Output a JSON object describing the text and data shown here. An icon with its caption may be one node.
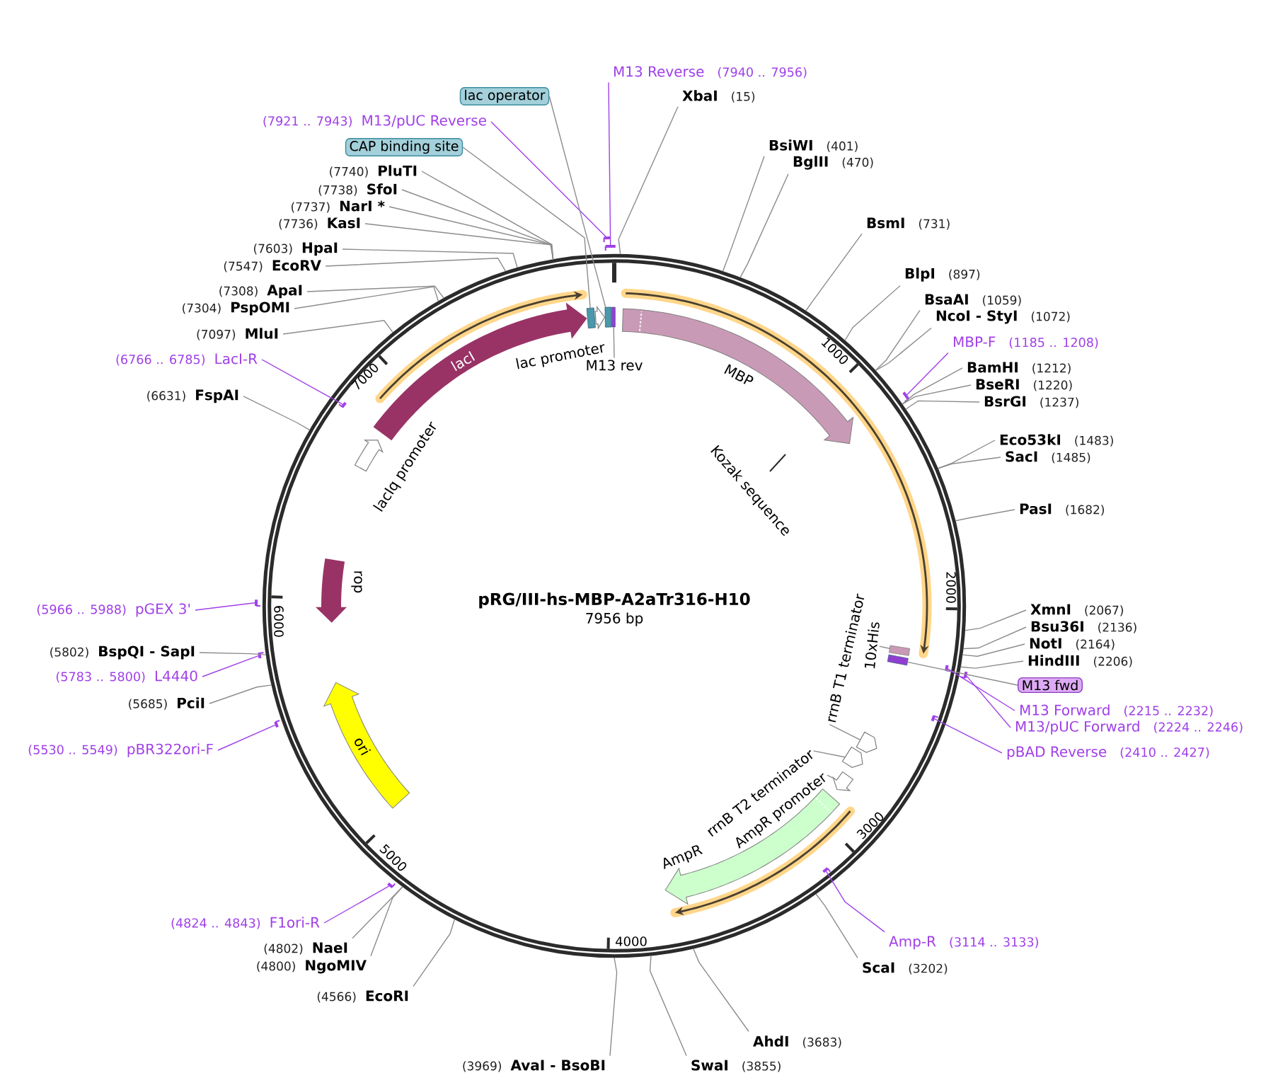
{
  "diagram": {
    "nodes": [
      {
        "text": [
          "pRG/III-hs-MBP-A2aTr316-H10",
          "7956 bp"
        ]
      },
      {
        "text": [
          "MBP"
        ],
        "in": 0
      },
      {
        "text": [
          "Kozak sequence"
        ],
        "in": 0
      },
      {
        "text": [
          "rrnB T1 terminator"
        ],
        "in": 0
      },
      {
        "text": [
          "10xHis"
        ],
        "in": 0
      },
      {
        "text": [
          "rrnB T2 terminator"
        ],
        "in": 0
      },
      {
        "text": [
          "AmpR promoter"
        ],
        "in": 0
      },
      {
        "text": [
          "AmpR"
        ],
        "in": 0
      },
      {
        "text": [
          "ori"
        ],
        "in": 0
      },
      {
        "text": [
          "rop"
        ],
        "in": 0
      },
      {
        "text": [
          "lacIq promoter"
        ],
        "in": 0
      },
      {
        "text": [
          "lacI"
        ],
        "in": 0
      },
      {
        "text": [
          "M13 rev"
        ],
        "in": 0
      },
      {
        "text": [],
        "shape": "box",
        "in": 0
      },
      {
        "text": [],
        "shape": "arrow",
        "in": 0
      },
      {
        "text": [],
        "shape": "box",
        "in": 0
      },
      {
        "text": [],
        "shape": "box",
        "in": 0
      },
      {
        "text": [],
        "shape": "box",
        "in": 0
      },
      {
        "text": [],
        "shape": "box",
        "in": 0
      },
      {
        "text": [],
        "shape": "pentagon",
        "in": 0
      },
      {
        "text": [],
        "shape": "pentagon",
        "in": 0
      },
      {
        "text": [],
        "shape": "arrow",
        "in": 0
      },
      {
        "text": [
          "M13 Reverse",
          "(7940 .. 7956)"
        ]
      },
      {
        "text": [
          "XbaI",
          "(15)"
        ]
      },
      {
        "text": [
          "BsiWI",
          "(401)"
        ]
      },
      {
        "text": [
          "BglII",
          "(470)"
        ]
      },
      {
        "text": [
          "BsmI",
          "(731)"
        ]
      },
      {
        "text": [
          "BlpI",
          "(897)"
        ]
      },
      {
        "text": [
          "BsaAI",
          "(1059)"
        ]
      },
      {
        "text": [
          "NcoI - StyI",
          "(1072)"
        ]
      },
      {
        "text": [
          "MBP-F",
          "(1185 .. 1208)"
        ]
      },
      {
        "text": [
          "BamHI",
          "(1212)"
        ]
      },
      {
        "text": [
          "BseRI",
          "(1220)"
        ]
      },
      {
        "text": [
          "BsrGI",
          "(1237)"
        ]
      },
      {
        "text": [
          "Eco53kI",
          "(1483)"
        ]
      },
      {
        "text": [
          "SacI",
          "(1485)"
        ]
      },
      {
        "text": [
          "PasI",
          "(1682)"
        ]
      },
      {
        "text": [
          "XmnI",
          "(2067)"
        ]
      },
      {
        "text": [
          "Bsu36I",
          "(2136)"
        ]
      },
      {
        "text": [
          "NotI",
          "(2164)"
        ]
      },
      {
        "text": [
          "HindIII",
          "(2206)"
        ]
      },
      {
        "text": [
          "M13 fwd"
        ]
      },
      {
        "text": [
          "M13 Forward",
          "(2215 .. 2232)"
        ]
      },
      {
        "text": [
          "M13/pUC Forward",
          "(2224 .. 2246)"
        ]
      },
      {
        "text": [
          "pBAD Reverse",
          "(2410 .. 2427)"
        ]
      },
      {
        "text": [
          "Amp-R",
          "(3114 .. 3133)"
        ]
      },
      {
        "text": [
          "ScaI",
          "(3202)"
        ]
      },
      {
        "text": [
          "AhdI",
          "(3683)"
        ]
      },
      {
        "text": [
          "SwaI",
          "(3855)"
        ]
      },
      {
        "text": [
          "(3969)",
          "AvaI - BsoBI"
        ]
      },
      {
        "text": [
          "(4566)",
          "EcoRI"
        ]
      },
      {
        "text": [
          "(4800)",
          "NgoMIV"
        ]
      },
      {
        "text": [
          "(4802)",
          "NaeI"
        ]
      },
      {
        "text": [
          "(4824 .. 4843)",
          "F1ori-R"
        ]
      },
      {
        "text": [
          "(5530 .. 5549)",
          "pBR322ori-F"
        ]
      },
      {
        "text": [
          "(5685)",
          "PciI"
        ]
      },
      {
        "text": [
          "(5783 .. 5800)",
          "L4440"
        ]
      },
      {
        "text": [
          "(5802)",
          "BspQI - SapI"
        ]
      },
      {
        "text": [
          "(5966 .. 5988)",
          "pGEX 3'"
        ]
      },
      {
        "text": [
          "(6631)",
          "FspAI"
        ]
      },
      {
        "text": [
          "(6766 .. 6785)",
          "LacI-R"
        ]
      },
      {
        "text": [
          "(7097)",
          "MluI"
        ]
      },
      {
        "text": [
          "(7304)",
          "PspOMI"
        ]
      },
      {
        "text": [
          "(7308)",
          "ApaI"
        ]
      },
      {
        "text": [
          "(7547)",
          "EcoRV"
        ]
      },
      {
        "text": [
          "(7603)",
          "HpaI"
        ]
      },
      {
        "text": [
          "(7736)",
          "KasI"
        ]
      },
      {
        "text": [
          "(7737)",
          "NarI *"
        ]
      },
      {
        "text": [
          "(7738)",
          "SfoI"
        ]
      },
      {
        "text": [
          "(7740)",
          "PluTI"
        ]
      },
      {
        "text": [
          "CAP binding site"
        ]
      },
      {
        "text": [
          "(7921 .. 7943)",
          "M13/pUC Reverse"
        ]
      },
      {
        "text": [
          "lac operator"
        ]
      },
      {
        "text": [],
        "shape": "bar"
      },
      {
        "text": [],
        "shape": "bar"
      },
      {
        "text": [],
        "shape": "bar",
        "in": 0
      },
      {
        "text": [],
        "shape": "bar"
      },
      {
        "text": [],
        "shape": "bar",
        "in": 0
      },
      {
        "text": [],
        "shape": "bar",
        "in": 0
      },
      {
        "text": [],
        "shape": "bar"
      },
      {
        "text": [],
        "shape": "bar"
      },
      {
        "text": [],
        "shape": "bar"
      },
      {
        "text": [],
        "shape": "bar"
      },
      {
        "text": [],
        "shape": "bar",
        "in": 0
      },
      {
        "text": [],
        "shape": "bar"
      }
    ],
    "edges": [
      {
        "from": 3,
        "to": 19,
        "arrow": "none"
      },
      {
        "from": 4,
        "to": 17,
        "arrow": "none"
      },
      {
        "from": 5,
        "to": 20,
        "arrow": "none"
      },
      {
        "from": 6,
        "to": 21,
        "arrow": "none"
      },
      {
        "from": 12,
        "to": 16,
        "arrow": "none"
      },
      {
        "from": 22,
        "to": 73,
        "arrow": "none",
        "color": "#a040e8"
      },
      {
        "from": 23,
        "to": 0,
        "arrow": "none"
      },
      {
        "from": 24,
        "to": 0,
        "arrow": "none"
      },
      {
        "from": 25,
        "to": 0,
        "arrow": "none"
      },
      {
        "from": 26,
        "to": 0,
        "arrow": "none"
      },
      {
        "from": 27,
        "to": 0,
        "arrow": "none"
      },
      {
        "from": 28,
        "to": 0,
        "arrow": "none"
      },
      {
        "from": 29,
        "to": 0,
        "arrow": "none"
      },
      {
        "from": 30,
        "to": 74,
        "arrow": "none",
        "color": "#a040e8"
      },
      {
        "from": 31,
        "to": 0,
        "arrow": "none"
      },
      {
        "from": 32,
        "to": 0,
        "arrow": "none"
      },
      {
        "from": 33,
        "to": 0,
        "arrow": "none"
      },
      {
        "from": 34,
        "to": 0,
        "arrow": "none"
      },
      {
        "from": 35,
        "to": 0,
        "arrow": "none"
      },
      {
        "from": 36,
        "to": 0,
        "arrow": "none"
      },
      {
        "from": 37,
        "to": 0,
        "arrow": "none"
      },
      {
        "from": 38,
        "to": 0,
        "arrow": "none"
      },
      {
        "from": 39,
        "to": 0,
        "arrow": "none"
      },
      {
        "from": 40,
        "to": 0,
        "arrow": "none"
      },
      {
        "from": 41,
        "to": 18,
        "arrow": "none"
      },
      {
        "from": 42,
        "to": 75,
        "arrow": "none",
        "color": "#a040e8"
      },
      {
        "from": 43,
        "to": 76,
        "arrow": "none",
        "color": "#a040e8"
      },
      {
        "from": 44,
        "to": 77,
        "arrow": "none",
        "color": "#a040e8"
      },
      {
        "from": 45,
        "to": 78,
        "arrow": "none",
        "color": "#a040e8"
      },
      {
        "from": 46,
        "to": 0,
        "arrow": "none"
      },
      {
        "from": 47,
        "to": 0,
        "arrow": "none"
      },
      {
        "from": 48,
        "to": 0,
        "arrow": "none"
      },
      {
        "from": 49,
        "to": 0,
        "arrow": "none"
      },
      {
        "from": 50,
        "to": 0,
        "arrow": "none"
      },
      {
        "from": 51,
        "to": 0,
        "arrow": "none"
      },
      {
        "from": 52,
        "to": 0,
        "arrow": "none"
      },
      {
        "from": 53,
        "to": 79,
        "arrow": "none",
        "color": "#a040e8"
      },
      {
        "from": 54,
        "to": 80,
        "arrow": "none",
        "color": "#a040e8"
      },
      {
        "from": 55,
        "to": 0,
        "arrow": "none"
      },
      {
        "from": 56,
        "to": 81,
        "arrow": "none",
        "color": "#a040e8"
      },
      {
        "from": 57,
        "to": 0,
        "arrow": "none"
      },
      {
        "from": 58,
        "to": 82,
        "arrow": "none",
        "color": "#a040e8"
      },
      {
        "from": 59,
        "to": 0,
        "arrow": "none"
      },
      {
        "from": 60,
        "to": 83,
        "arrow": "none",
        "color": "#a040e8"
      },
      {
        "from": 61,
        "to": 0,
        "arrow": "none"
      },
      {
        "from": 62,
        "to": 0,
        "arrow": "none"
      },
      {
        "from": 63,
        "to": 0,
        "arrow": "none"
      },
      {
        "from": 64,
        "to": 0,
        "arrow": "none"
      },
      {
        "from": 65,
        "to": 0,
        "arrow": "none"
      },
      {
        "from": 66,
        "to": 0,
        "arrow": "none"
      },
      {
        "from": 67,
        "to": 0,
        "arrow": "none"
      },
      {
        "from": 68,
        "to": 0,
        "arrow": "none"
      },
      {
        "from": 69,
        "to": 0,
        "arrow": "none"
      },
      {
        "from": 70,
        "to": 13,
        "arrow": "none"
      },
      {
        "from": 71,
        "to": 84,
        "arrow": "none",
        "color": "#a040e8"
      },
      {
        "from": 72,
        "to": 15,
        "arrow": "none"
      }
    ],
    "labels": [
      "lac promoter",
      "1000",
      "7000",
      "2000",
      "6000",
      "3000",
      "5000",
      "4000"
    ]
  }
}
